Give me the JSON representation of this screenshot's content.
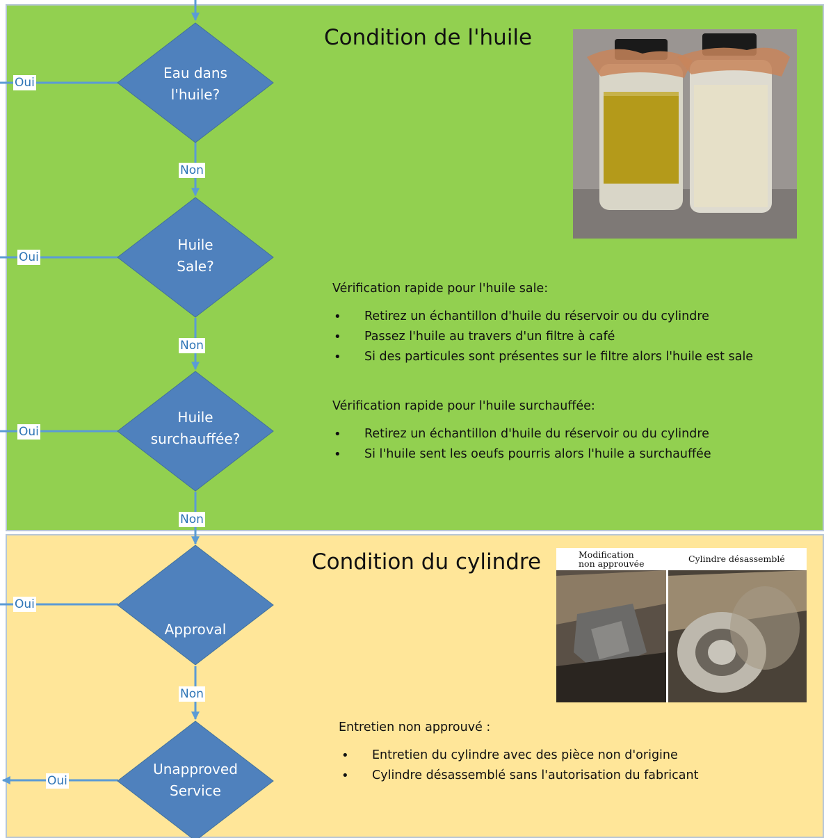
{
  "colors": {
    "oil_panel": "#92d050",
    "cylinder_panel": "#ffe699",
    "diamond_fill": "#4f81bd",
    "connector": "#5b9bd5",
    "tag_text": "#2e75b6"
  },
  "oil_section": {
    "title": "Condition de l'huile",
    "decisions": [
      {
        "line1": "Eau dans",
        "line2": "l'huile?",
        "yes_label": "Oui",
        "no_label": "Non"
      },
      {
        "line1": "Huile",
        "line2": "Sale?",
        "yes_label": "Oui",
        "no_label": "Non"
      },
      {
        "line1": "Huile",
        "line2": "surchauffée?",
        "yes_label": "Oui",
        "no_label": "Non"
      }
    ],
    "dirty_check": {
      "heading": "Vérification rapide pour l'huile sale:",
      "items": [
        "Retirez un échantillon d'huile du réservoir ou du cylindre",
        "Passez l'huile au travers d'un filtre à café",
        "Si des particules sont présentes sur le filtre alors l'huile est sale"
      ]
    },
    "overheat_check": {
      "heading": "Vérification rapide pour l'huile surchauffée:",
      "items": [
        "Retirez un échantillon d'huile du réservoir ou du cylindre",
        "Si l'huile sent les oeufs pourris alors l'huile a surchauffée"
      ]
    }
  },
  "cylinder_section": {
    "title": "Condition du cylindre",
    "decisions": [
      {
        "line1": "",
        "line2": "Approval",
        "yes_label": "Oui",
        "no_label": "Non"
      },
      {
        "line1": "Unapproved",
        "line2": "Service",
        "yes_label": "Oui"
      }
    ],
    "photo_captions": {
      "left_line1": "Modification",
      "left_line2": "non approuvée",
      "right": "Cylindre désassemblé"
    },
    "unapproved_service": {
      "heading": "Entretien non approuvé :",
      "items": [
        "Entretien du cylindre avec des pièce non d'origine",
        "Cylindre désassemblé sans l'autorisation du fabricant"
      ]
    }
  }
}
